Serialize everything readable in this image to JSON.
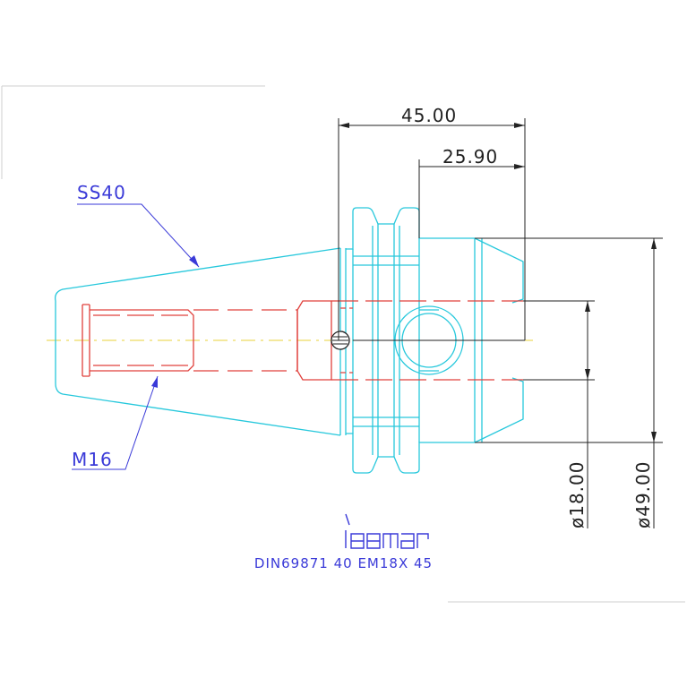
{
  "colors": {
    "cyan": "#27c8dc",
    "red": "#e0403c",
    "blue": "#3a3ad8",
    "yellow": "#e8d23a",
    "dim": "#222222",
    "frame": "#cfcfcf"
  },
  "dimensions": {
    "overall_length": "45.00",
    "shank_length": "25.90",
    "bore_diameter": "ø18.00",
    "flange_diameter": "ø49.00"
  },
  "callouts": {
    "taper": "SS40",
    "thread": "M16"
  },
  "logo": {
    "text": "iscar",
    "icon": "iscar-logo-icon"
  },
  "caption": "DIN69871  40  EM18X  45"
}
